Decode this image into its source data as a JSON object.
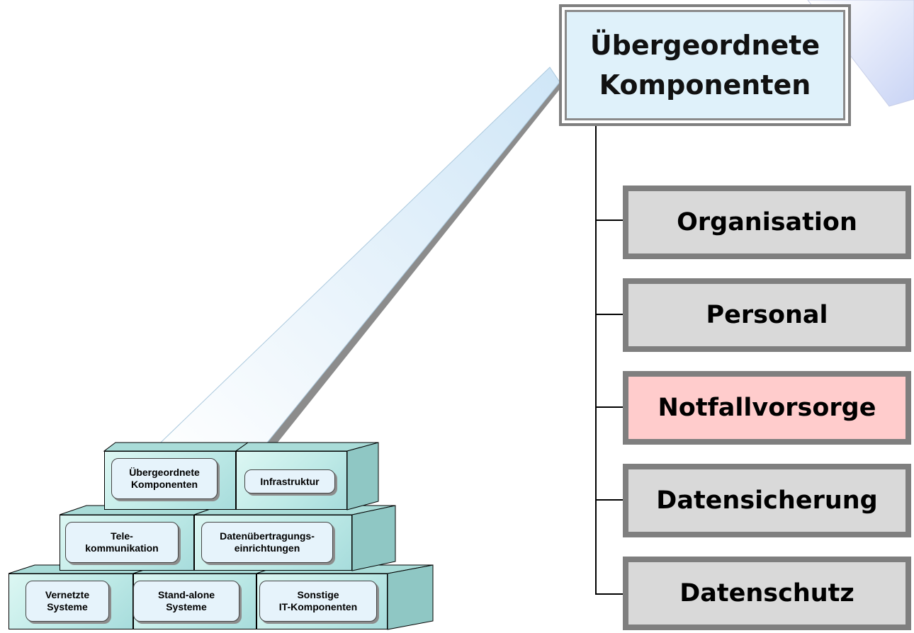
{
  "header": {
    "title": "Übergeordnete\nKomponenten"
  },
  "categories": [
    {
      "label": "Organisation",
      "highlighted": false
    },
    {
      "label": "Personal",
      "highlighted": false
    },
    {
      "label": "Notfallvorsorge",
      "highlighted": true
    },
    {
      "label": "Datensicherung",
      "highlighted": false
    },
    {
      "label": "Datenschutz",
      "highlighted": false
    }
  ],
  "pyramid": {
    "top": [
      "Übergeordnete\nKomponenten",
      "Infrastruktur"
    ],
    "middle": [
      "Tele-\nkommunikation",
      "Datenübertragungs-\neinrichtungen"
    ],
    "bottom": [
      "Vernetzte\nSysteme",
      "Stand-alone\nSysteme",
      "Sonstige\nIT-Komponenten"
    ]
  },
  "colors": {
    "highlight": "#ffcccc",
    "category_fill": "#d9d9d9",
    "header_fill": "#dff1fa",
    "block_fill": "#bde9e6",
    "beam_fill": "#d6ecf8",
    "beam_shadow": "#8c8c8c"
  }
}
